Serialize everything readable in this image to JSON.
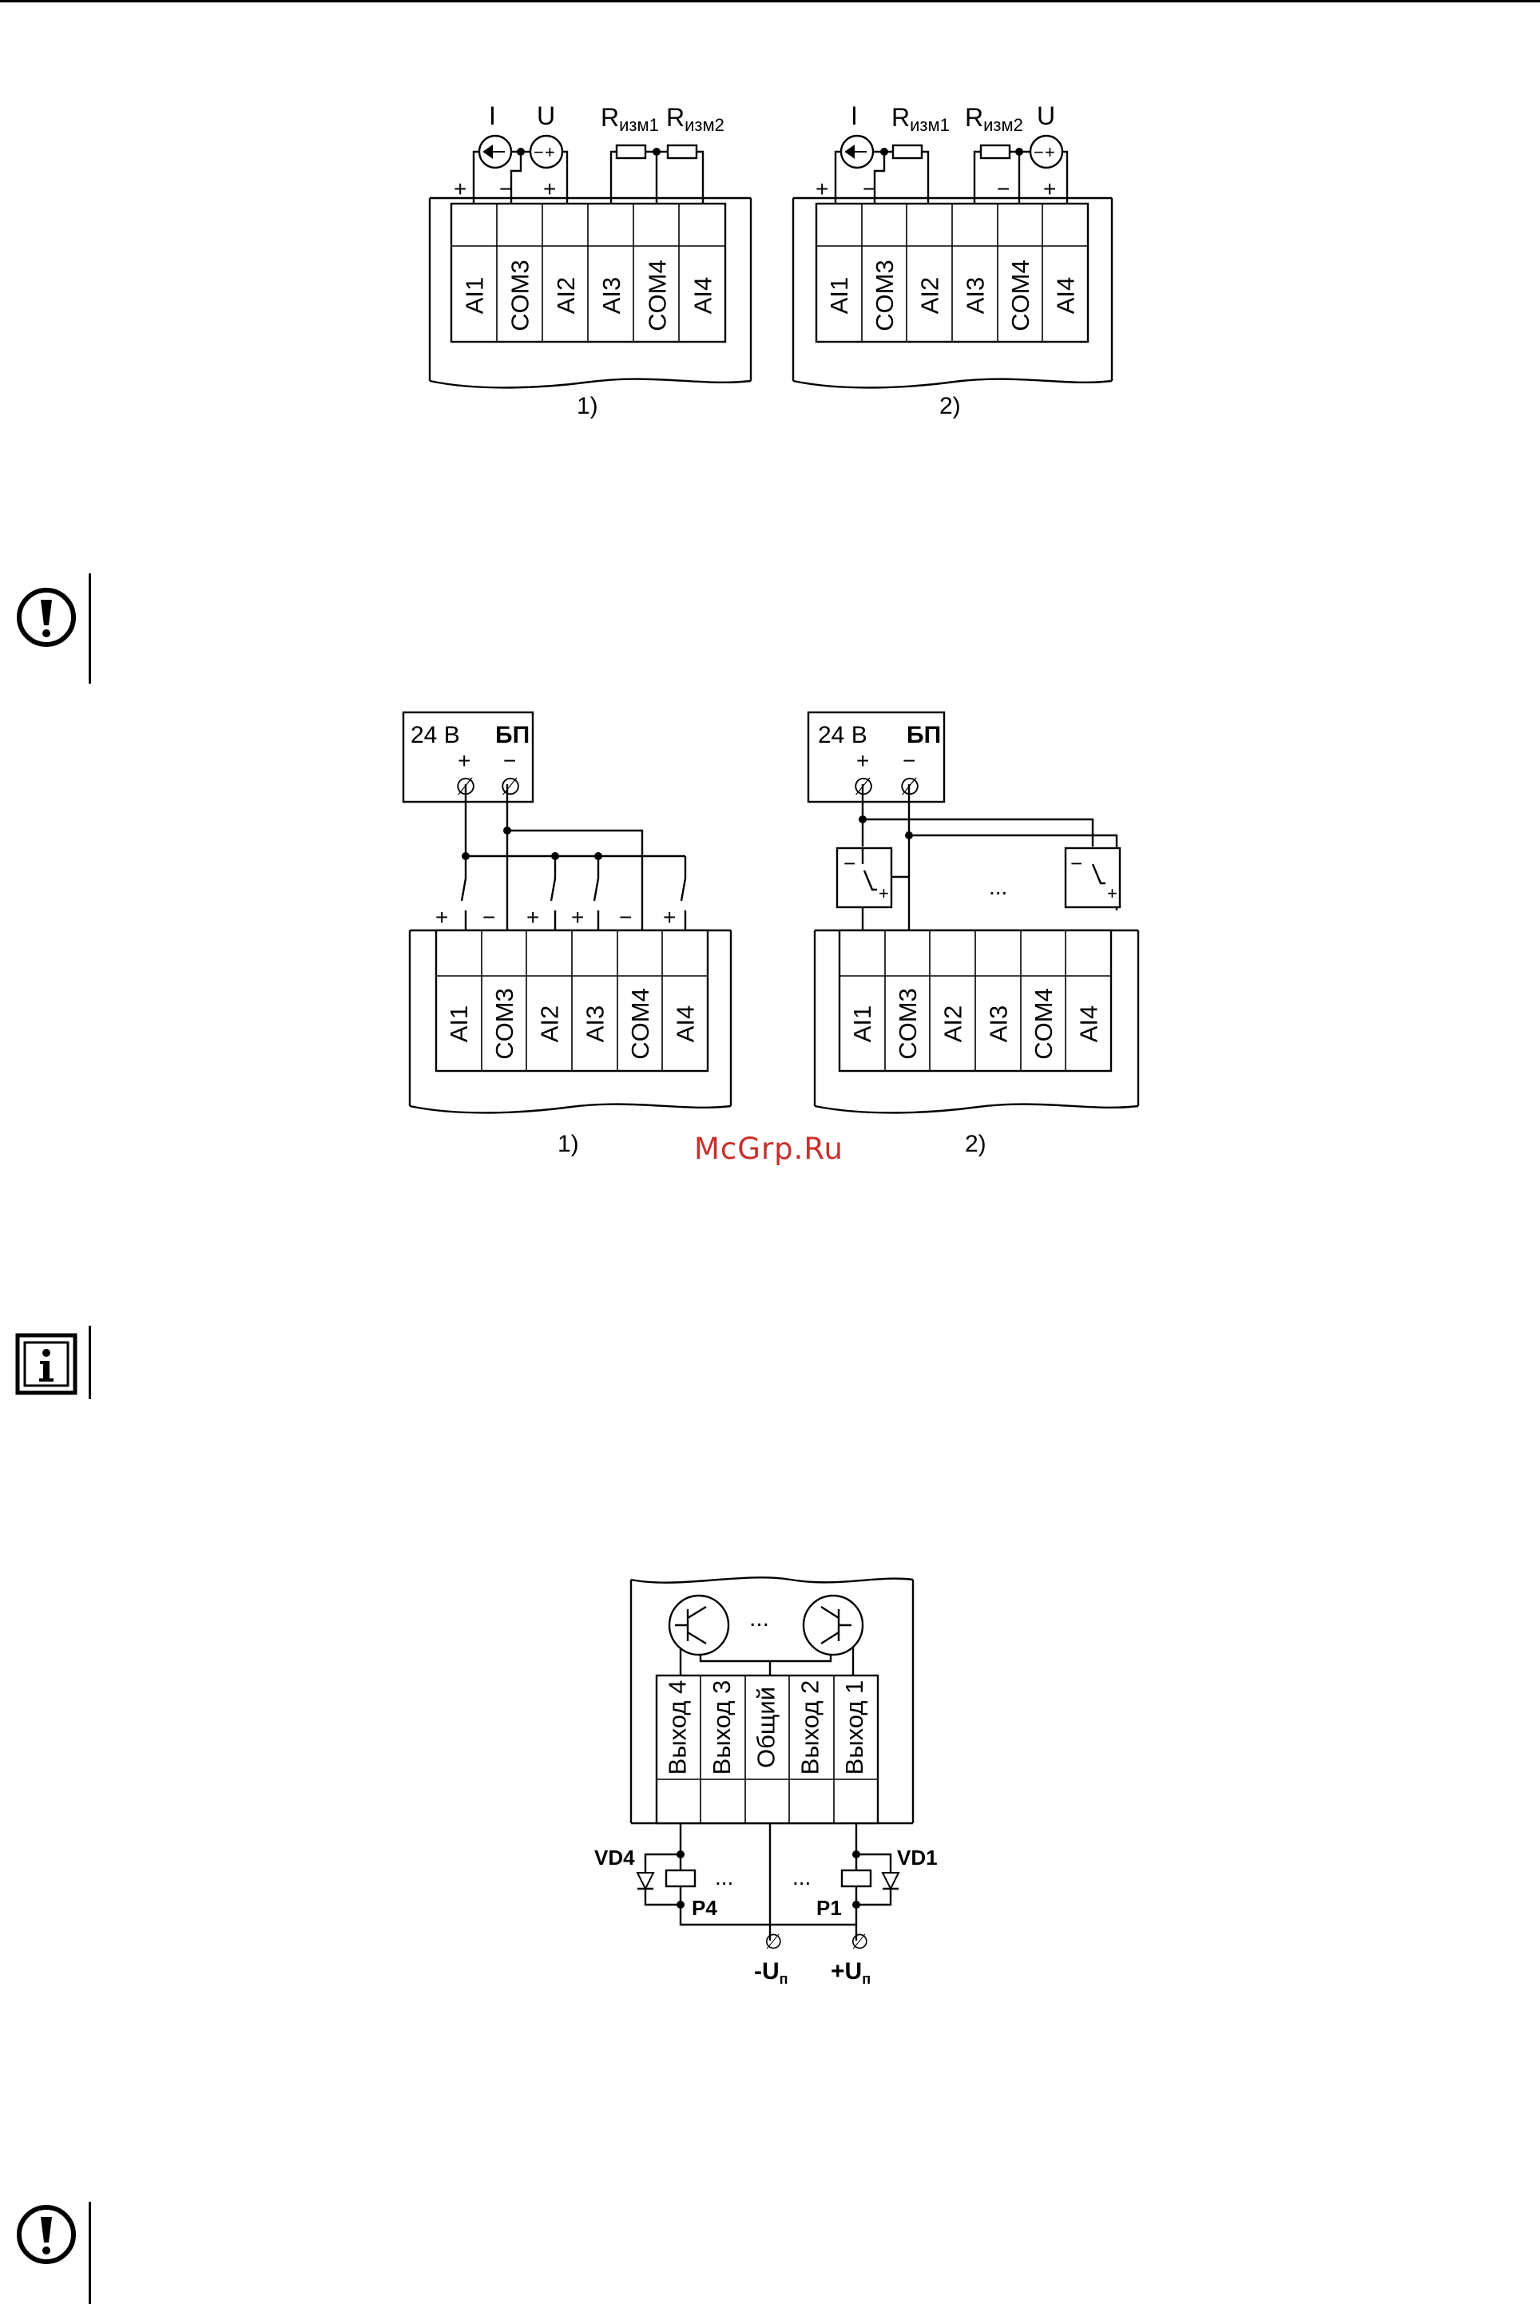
{
  "figure1": {
    "diagram1_caption": "1)",
    "diagram2_caption": "2)",
    "labels": {
      "current": "I",
      "voltage": "U",
      "r_meas1_main": "R",
      "r_meas1_sub": "изм1",
      "r_meas2_main": "R",
      "r_meas2_sub": "изм2"
    },
    "terminals": [
      "AI1",
      "COM3",
      "AI2",
      "AI3",
      "COM4",
      "AI4"
    ]
  },
  "figure2": {
    "diagram1_caption": "1)",
    "diagram2_caption": "2)",
    "psu_voltage": "24 В",
    "psu_name": "БП",
    "ellipsis": "...",
    "terminals": [
      "AI1",
      "COM3",
      "AI2",
      "AI3",
      "COM4",
      "AI4"
    ]
  },
  "figure3": {
    "outputs": [
      "Выход 4",
      "Выход 3",
      "Общий",
      "Выход 2",
      "Выход 1"
    ],
    "vd4": "VD4",
    "vd1": "VD1",
    "p4": "P4",
    "p1": "P1",
    "minus_u_main": "-U",
    "plus_u_main": "+U",
    "u_sub": "п",
    "ellipsis": "..."
  },
  "watermark": "McGrp.Ru",
  "icons": {
    "note1": "exclamation-icon",
    "note2": "info-icon",
    "note3": "exclamation-icon"
  }
}
